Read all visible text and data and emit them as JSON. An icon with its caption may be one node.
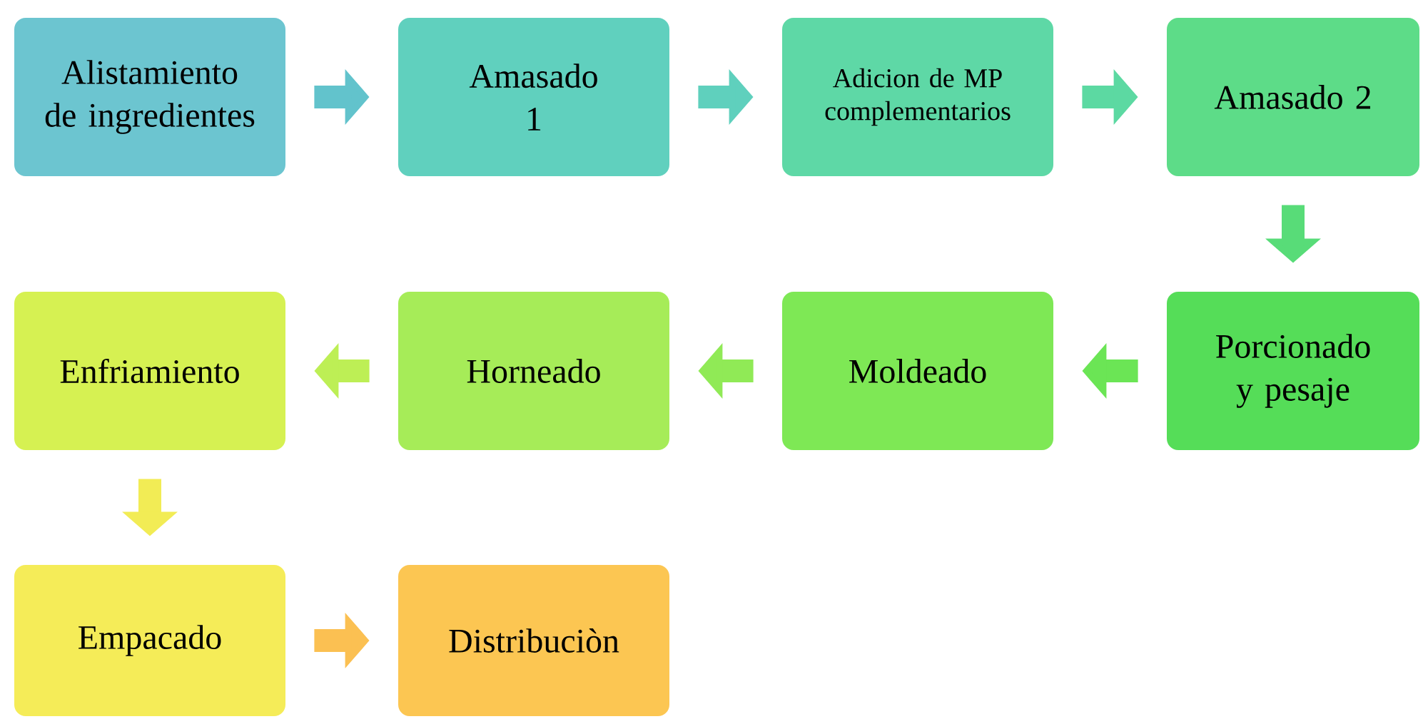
{
  "diagram": {
    "nodes": [
      {
        "text": [
          "Alistamiento de ingredientes"
        ]
      },
      {
        "text": [
          "Amasado 1"
        ]
      },
      {
        "text": [
          "Adicion de MP complementarios"
        ]
      },
      {
        "text": [
          "Amasado 2"
        ]
      },
      {
        "text": [
          "Porcionado y pesaje"
        ]
      },
      {
        "text": [
          "Moldeado"
        ]
      },
      {
        "text": [
          "Horneado"
        ]
      },
      {
        "text": [
          "Enfriamiento"
        ]
      },
      {
        "text": [
          "Empacado"
        ]
      },
      {
        "text": [
          "Distribuciòn"
        ]
      }
    ],
    "edges": [
      {
        "from": 0,
        "to": 1,
        "arrow": "to",
        "color": "#62c3cc"
      },
      {
        "from": 1,
        "to": 2,
        "arrow": "to",
        "color": "#5fd0bd"
      },
      {
        "from": 2,
        "to": 3,
        "arrow": "to",
        "color": "#5cd9a2"
      },
      {
        "from": 3,
        "to": 4,
        "arrow": "to",
        "color": "#58dc78"
      },
      {
        "from": 4,
        "to": 5,
        "arrow": "to",
        "color": "#6be555"
      },
      {
        "from": 5,
        "to": 6,
        "arrow": "to",
        "color": "#90ea56"
      },
      {
        "from": 6,
        "to": 7,
        "arrow": "to",
        "color": "#bdef55"
      },
      {
        "from": 7,
        "to": 8,
        "arrow": "to",
        "color": "#f2ec55"
      },
      {
        "from": 8,
        "to": 9,
        "arrow": "to",
        "color": "#fbc052"
      }
    ]
  }
}
